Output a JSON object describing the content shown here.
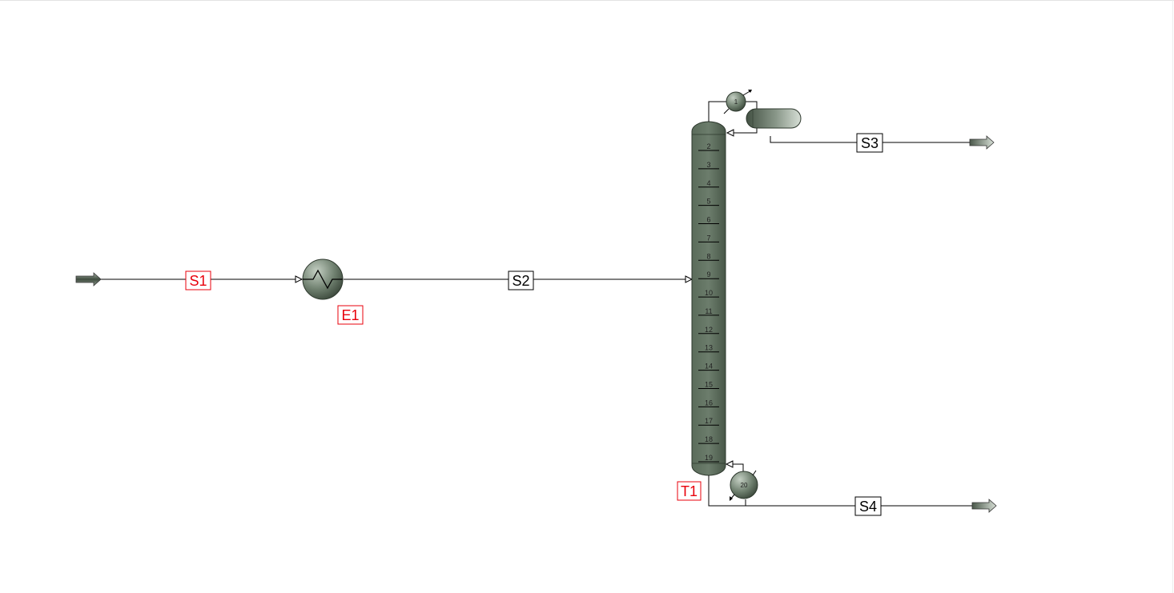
{
  "streams": {
    "feed": "S1",
    "heater_out": "S2",
    "distillate": "S3",
    "bottoms": "S4"
  },
  "blocks": {
    "heater": "E1",
    "column": "T1"
  },
  "column": {
    "condenser_stage": "1",
    "reboiler_stage": "20",
    "trays": [
      "2",
      "3",
      "4",
      "5",
      "6",
      "7",
      "8",
      "9",
      "10",
      "11",
      "12",
      "13",
      "14",
      "15",
      "16",
      "17",
      "18",
      "19"
    ]
  },
  "colors": {
    "selected_label": "#e8000b",
    "normal_label": "#000000",
    "equipment_dark": "#4f5e50",
    "equipment_light": "#c9d3c8",
    "line": "#000000"
  }
}
